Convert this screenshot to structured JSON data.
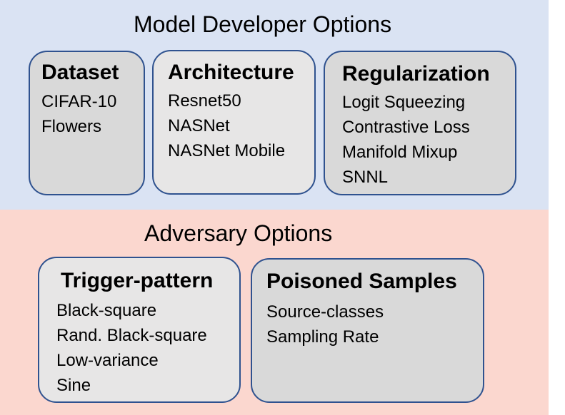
{
  "model_section": {
    "title": "Model Developer Options",
    "boxes": [
      {
        "title": "Dataset",
        "items": [
          "CIFAR-10",
          "Flowers"
        ]
      },
      {
        "title": "Architecture",
        "items": [
          "Resnet50",
          "NASNet",
          "NASNet Mobile"
        ]
      },
      {
        "title": "Regularization",
        "items": [
          "Logit Squeezing",
          "Contrastive Loss",
          "Manifold Mixup",
          "SNNL"
        ]
      }
    ]
  },
  "adversary_section": {
    "title": "Adversary Options",
    "boxes": [
      {
        "title": "Trigger-pattern",
        "items": [
          "Black-square",
          "Rand. Black-square",
          "Low-variance",
          "Sine"
        ]
      },
      {
        "title": "Poisoned Samples",
        "items": [
          "Source-classes",
          "Sampling Rate"
        ]
      }
    ]
  },
  "colors": {
    "model_band": "#dae3f3",
    "adversary_band": "#fbd7cf",
    "box_border": "#2f528f",
    "box_fill_dark": "#d9d9d9",
    "box_fill_light": "#e7e6e6"
  }
}
